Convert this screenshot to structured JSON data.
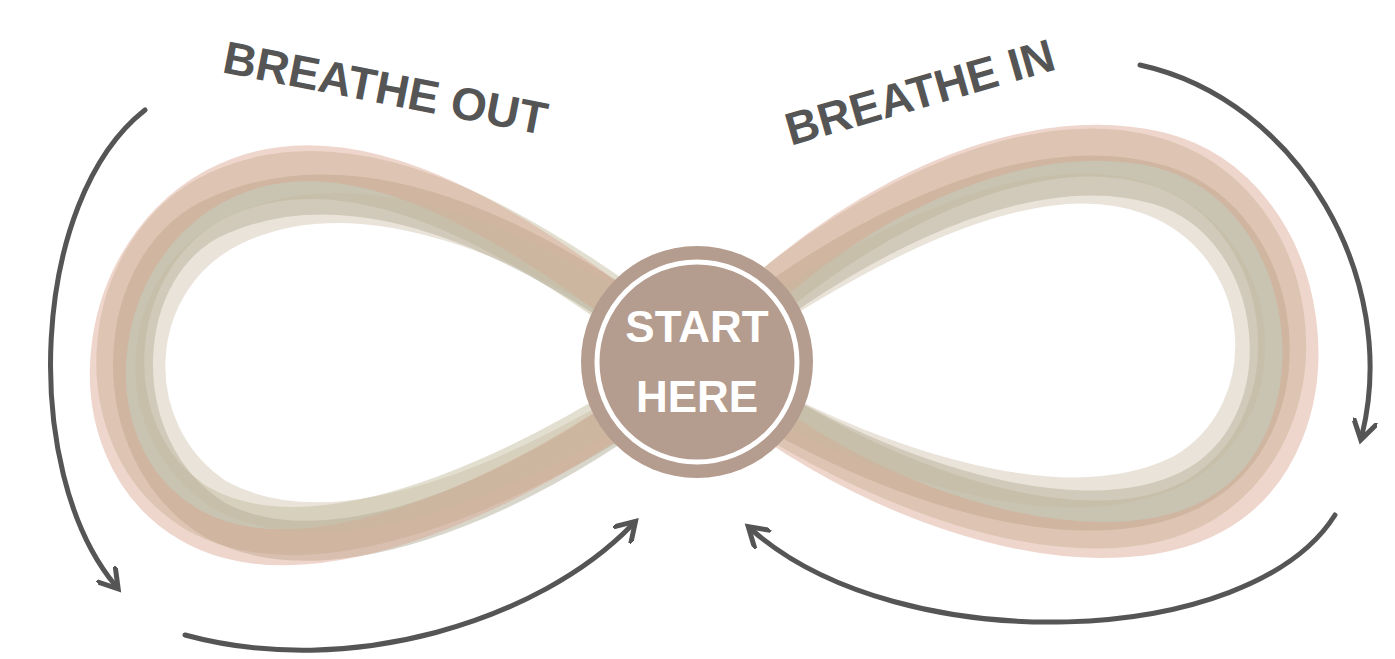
{
  "diagram": {
    "nodes": [
      {
        "text": [
          "START HERE"
        ]
      }
    ],
    "labels": [
      "BREATHE OUT",
      "BREATHE IN"
    ]
  }
}
